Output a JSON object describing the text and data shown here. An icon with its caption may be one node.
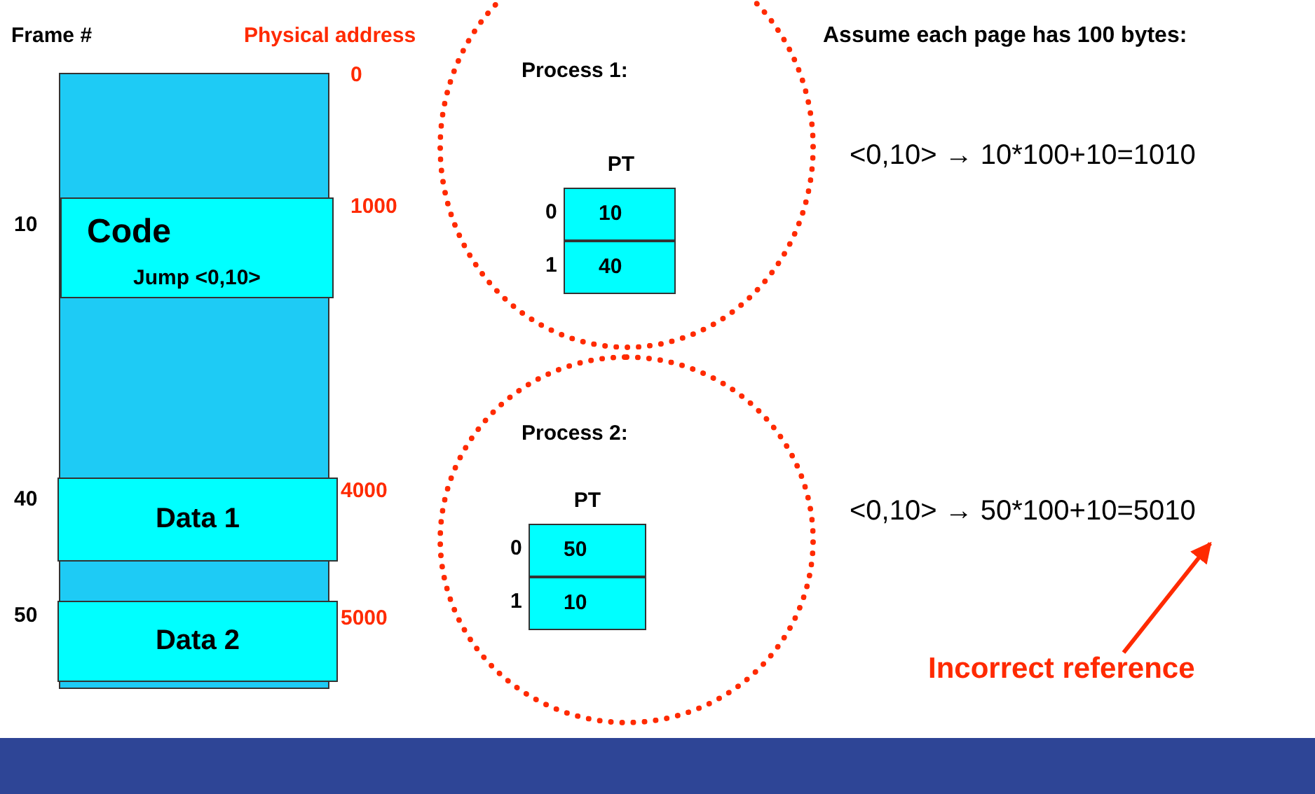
{
  "diagram": {
    "nodes": [
      {
        "text": [],
        "shape": "box"
      },
      {
        "text": [
          "Code",
          "Jump <0,10>"
        ],
        "in": 0
      },
      {
        "text": [
          "Data 1"
        ],
        "in": 0
      },
      {
        "text": [
          "Data 2"
        ],
        "in": 0
      },
      {
        "text": [
          "Process 1:"
        ]
      },
      {
        "text": [
          "PT"
        ],
        "in": 4
      },
      {
        "text": [
          "10"
        ],
        "in": 5,
        "beside": [
          "0"
        ]
      },
      {
        "text": [
          "40"
        ],
        "in": 5,
        "beside": [
          "1"
        ]
      },
      {
        "text": [
          "Process 2:"
        ]
      },
      {
        "text": [
          "PT"
        ],
        "in": 8
      },
      {
        "text": [
          "50"
        ],
        "in": 9,
        "beside": [
          "0"
        ]
      },
      {
        "text": [
          "10"
        ],
        "in": 9,
        "beside": [
          "1"
        ]
      },
      {
        "text": [
          "Incorrect reference"
        ]
      },
      {
        "text": [
          "<0,10> → 50*100+10=5010"
        ]
      }
    ],
    "edges": [
      {
        "from": 12,
        "to": 13,
        "arrow": "to",
        "color": "#ff2a00"
      }
    ],
    "labels": [
      "Frame #",
      "Physical address",
      "0",
      "10",
      "1000",
      "40",
      "4000",
      "50",
      "5000",
      "Assume each page has 100 bytes:",
      "<0,10> → 10*100+10=1010"
    ]
  }
}
